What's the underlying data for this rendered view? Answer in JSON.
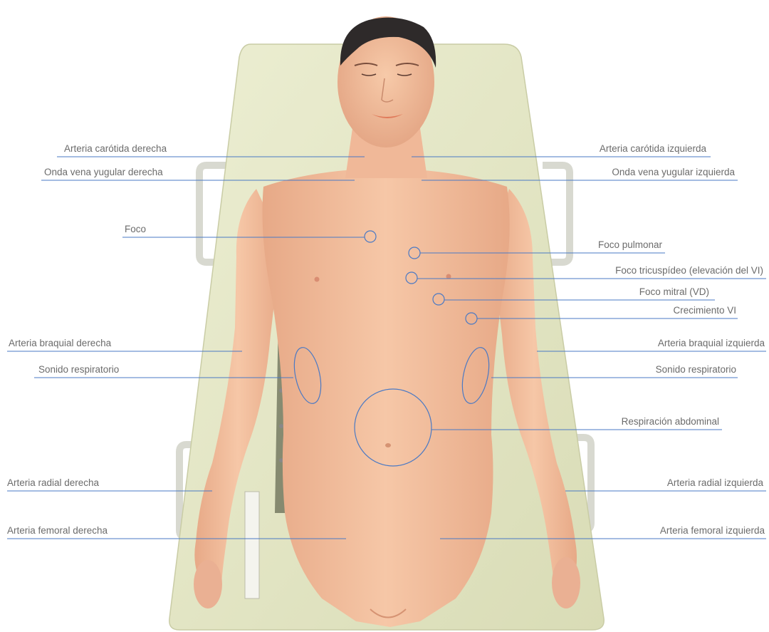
{
  "colors": {
    "callout_line": "#4a79c4",
    "label_text": "#6b6b6b",
    "board": "#e4e6c4",
    "skin": "#f0bd9c"
  },
  "labels": {
    "carotid_right": "Arteria carótida derecha",
    "carotid_left": "Arteria carótida izquierda",
    "jugular_right": "Onda vena yugular derecha",
    "jugular_left": "Onda vena yugular izquierda",
    "foco": "Foco",
    "foco_pulmonar": "Foco pulmonar",
    "foco_tricuspideo": "Foco tricuspídeo (elevación del VI)",
    "foco_mitral": "Foco mitral (VD)",
    "crecimiento_vi": "Crecimiento VI",
    "brachial_right": "Arteria braquial derecha",
    "brachial_left": "Arteria braquial izquierda",
    "resp_right": "Sonido respiratorio",
    "resp_left": "Sonido respiratorio",
    "abdominal": "Respiración abdominal",
    "radial_right": "Arteria radial derecha",
    "radial_left": "Arteria radial izquierda",
    "femoral_right": "Arteria femoral derecha",
    "femoral_left": "Arteria femoral izquierda"
  }
}
